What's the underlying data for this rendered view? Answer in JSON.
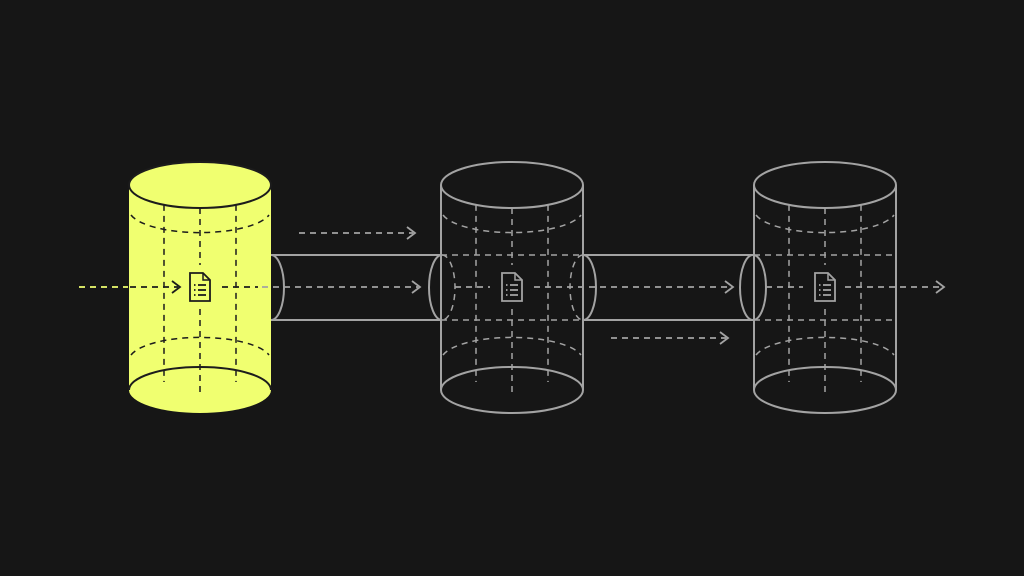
{
  "diagram": {
    "nodes": [
      {
        "id": "cylinder-1",
        "icon": "document-icon",
        "highlighted": true
      },
      {
        "id": "cylinder-2",
        "icon": "document-icon",
        "highlighted": false
      },
      {
        "id": "cylinder-3",
        "icon": "document-icon",
        "highlighted": false
      }
    ],
    "connections": [
      {
        "from": "cylinder-1",
        "to": "cylinder-2",
        "type": "pipe"
      },
      {
        "from": "cylinder-2",
        "to": "cylinder-3",
        "type": "pipe"
      }
    ],
    "flow_direction": "left-to-right"
  },
  "colors": {
    "background": "#161616",
    "highlight": "#f0ff70",
    "line": "#a3a3a3",
    "dark_line": "#161616"
  }
}
